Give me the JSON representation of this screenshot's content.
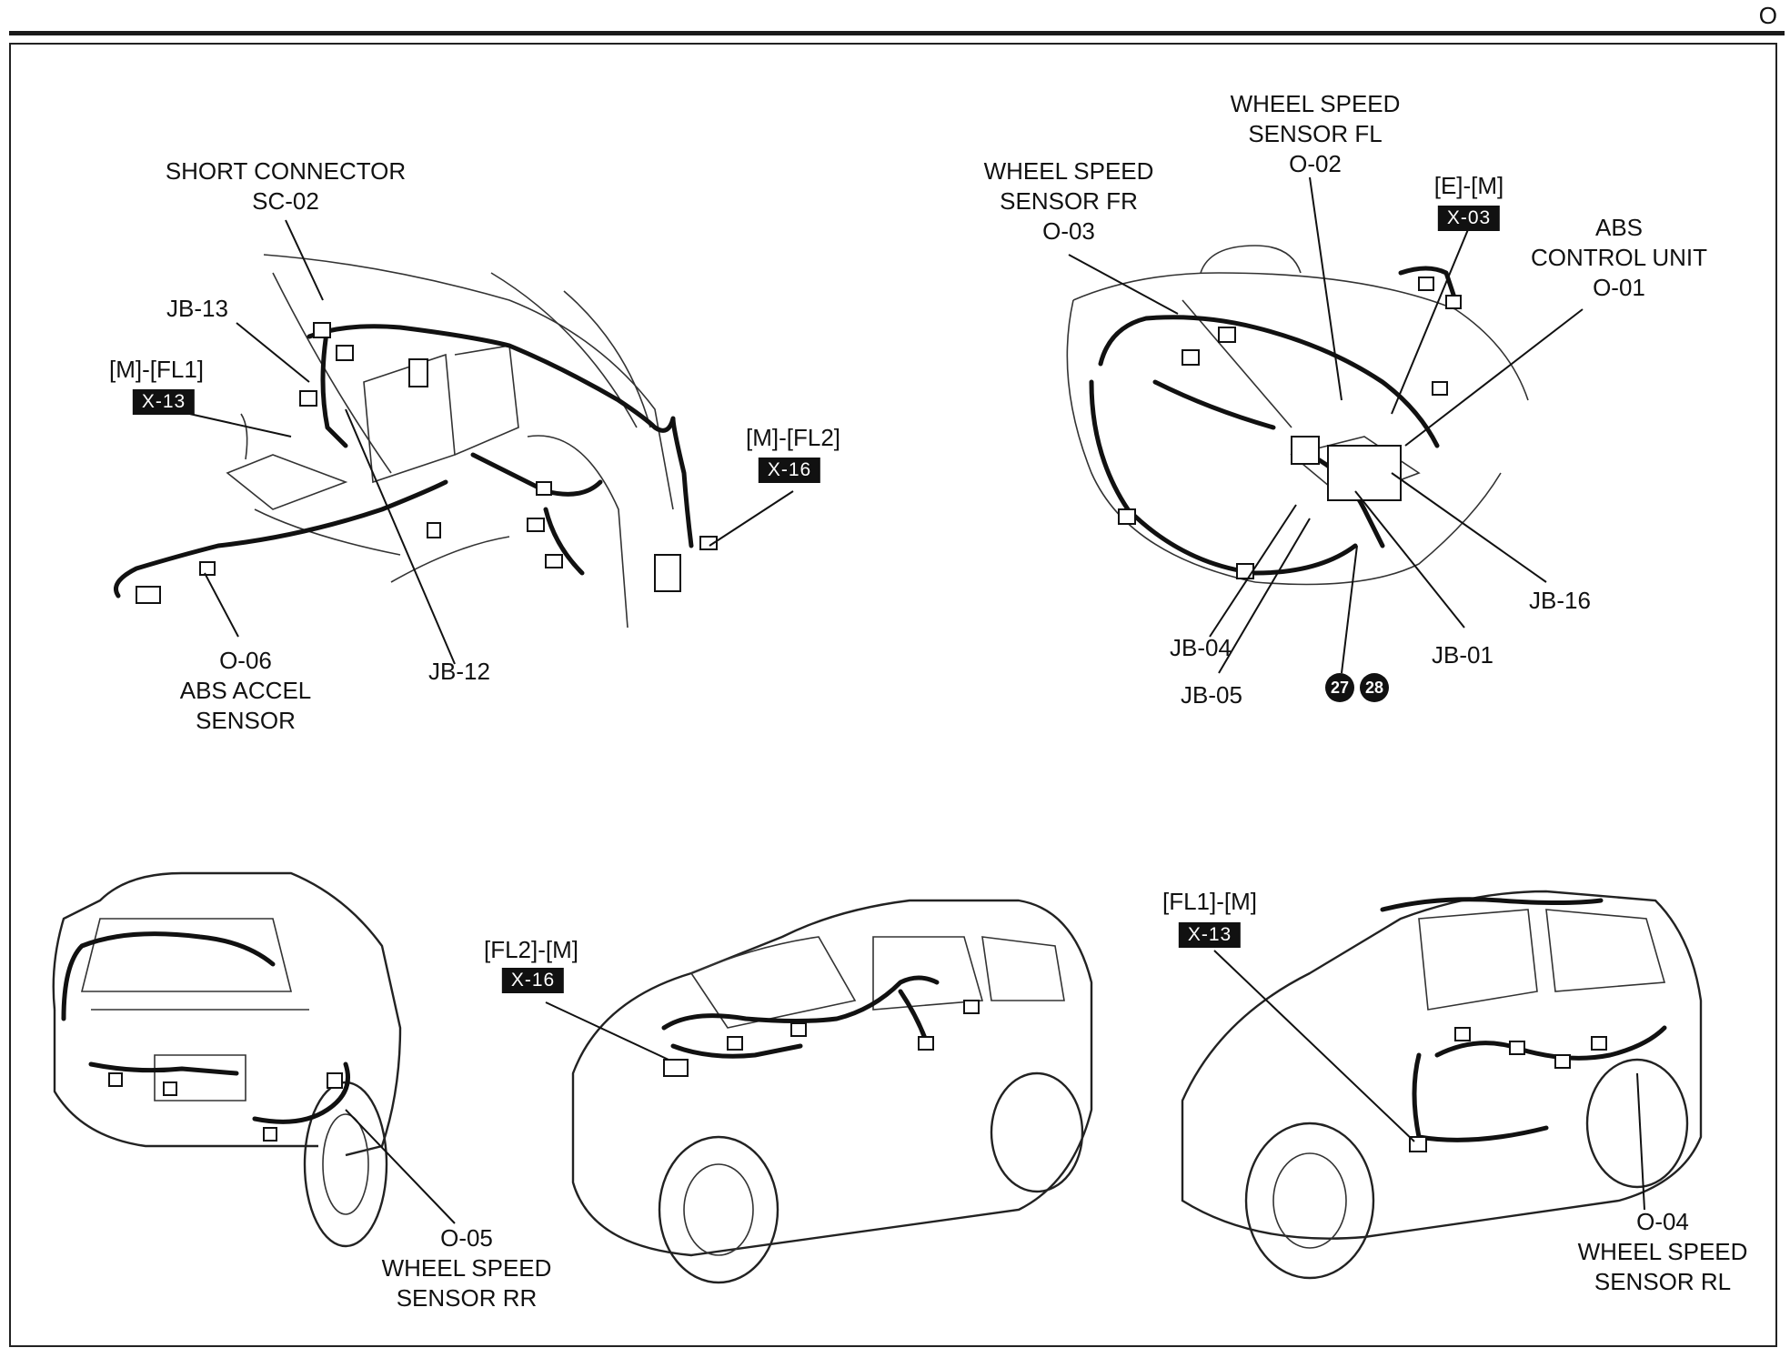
{
  "page": {
    "section_letter": "O"
  },
  "views": {
    "dash": {
      "short_connector": [
        "SHORT CONNECTOR",
        "SC-02"
      ],
      "jb13": "JB-13",
      "mfl1": {
        "label": "[M]-[FL1]",
        "tag": "X-13"
      },
      "mfl2": {
        "label": "[M]-[FL2]",
        "tag": "X-16"
      },
      "abs_accel": [
        "O-06",
        "ABS ACCEL",
        "SENSOR"
      ],
      "jb12": "JB-12"
    },
    "engine": {
      "wss_fr": [
        "WHEEL SPEED",
        "SENSOR FR",
        "O-03"
      ],
      "wss_fl": [
        "WHEEL SPEED",
        "SENSOR FL",
        "O-02"
      ],
      "em": {
        "label": "[E]-[M]",
        "tag": "X-03"
      },
      "abs_cu": [
        "ABS",
        "CONTROL UNIT",
        "O-01"
      ],
      "jb16": "JB-16",
      "jb04": "JB-04",
      "jb01": "JB-01",
      "jb05": "JB-05",
      "ground_points": [
        "27",
        "28"
      ]
    },
    "rear": {
      "wss_rr": [
        "O-05",
        "WHEEL SPEED",
        "SENSOR RR"
      ]
    },
    "front_left": {
      "fl2m": {
        "label": "[FL2]-[M]",
        "tag": "X-16"
      }
    },
    "side_right": {
      "fl1m": {
        "label": "[FL1]-[M]",
        "tag": "X-13"
      },
      "wss_rl": [
        "O-04",
        "WHEEL SPEED",
        "SENSOR RL"
      ]
    }
  }
}
